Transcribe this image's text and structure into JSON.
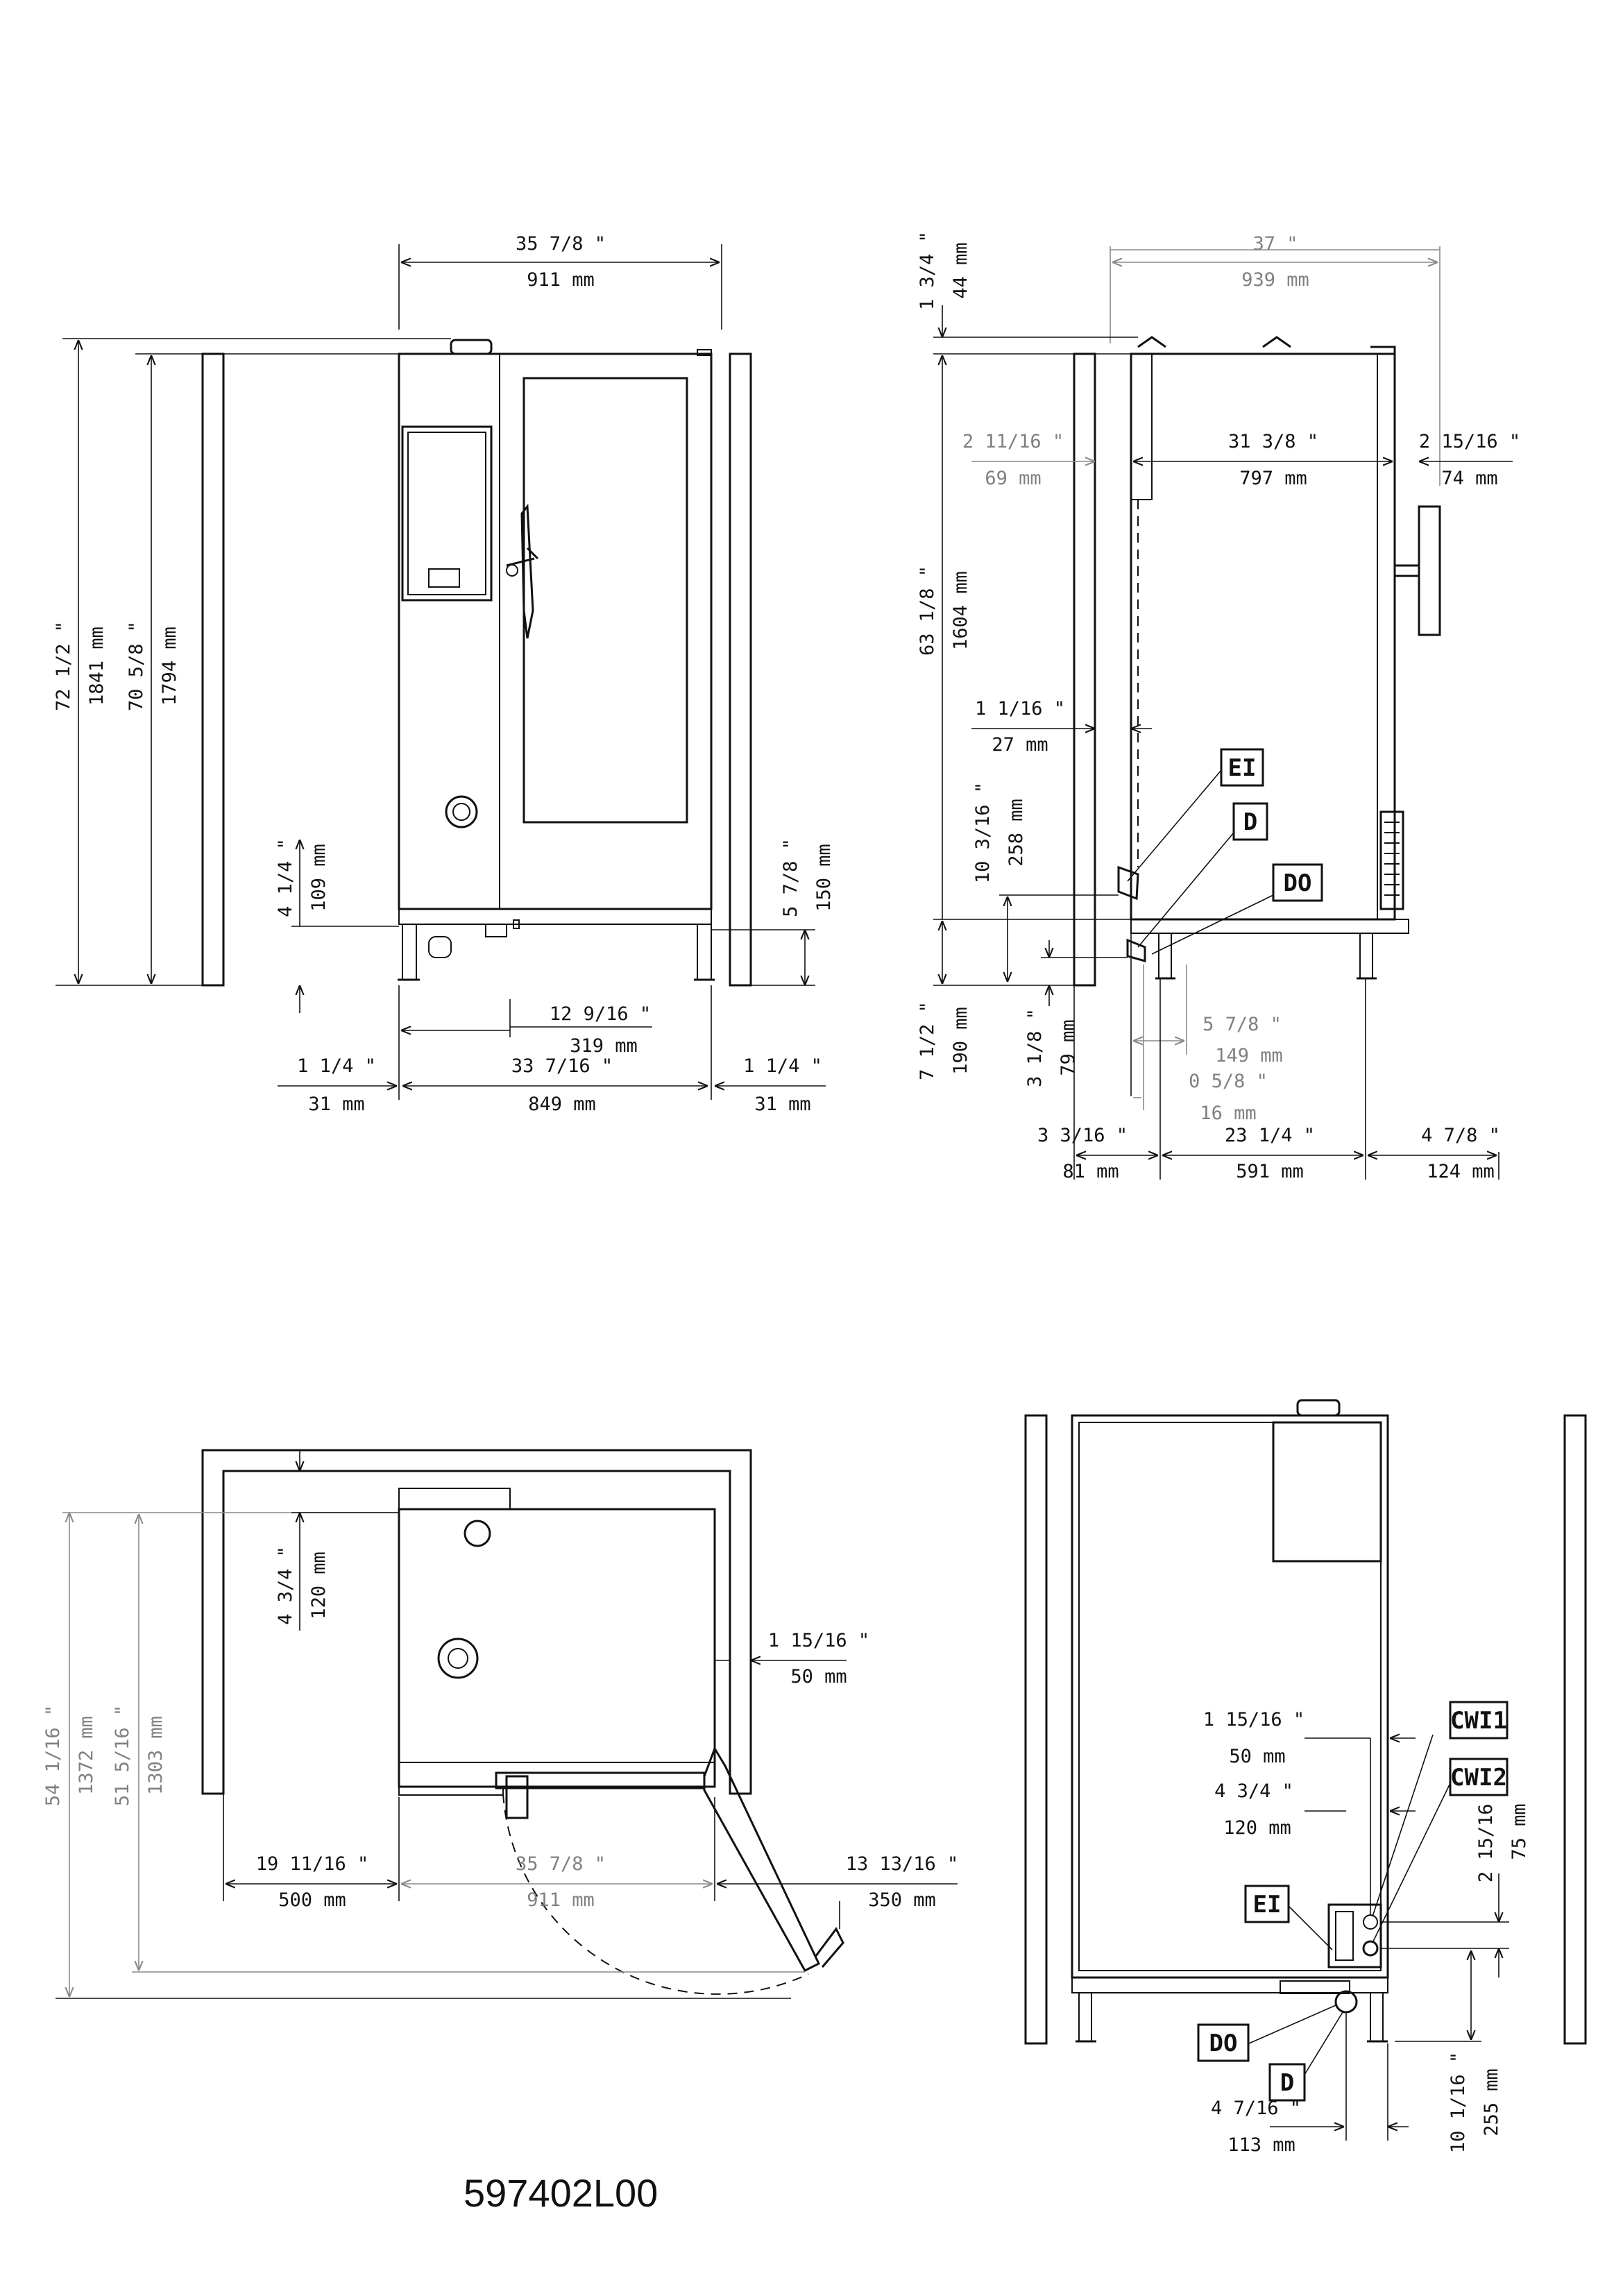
{
  "drawing_code": "597402L00",
  "tags": {
    "ei": "EI",
    "d": "D",
    "do": "DO",
    "cwi1": "CWI1",
    "cwi2": "CWI2"
  },
  "front_view": {
    "overall_width_in": "35  7/8 \"",
    "overall_width_mm": "911 mm",
    "height_total_in": "72  1/2 \"",
    "height_total_mm": "1841 mm",
    "height_body_in": "70  5/8 \"",
    "height_body_mm": "1794 mm",
    "foot_height_in": "4  1/4 \"",
    "foot_height_mm": "109 mm",
    "side_height_in": "5  7/8 \"",
    "side_height_mm": "150 mm",
    "offset_in": "12  9/16 \"",
    "offset_mm": "319 mm",
    "left_gap_in": "1  1/4 \"",
    "left_gap_mm": "31 mm",
    "base_width_in": "33  7/16 \"",
    "base_width_mm": "849 mm",
    "right_gap_in": "1  1/4 \"",
    "right_gap_mm": "31 mm"
  },
  "side_view": {
    "overall_depth_in": "37 \"",
    "overall_depth_mm": "939 mm",
    "top_in": "1  3/4 \"",
    "top_mm": "44 mm",
    "rear_in": "2  11/16 \"",
    "rear_mm": "69 mm",
    "body_depth_in": "31  3/8 \"",
    "body_depth_mm": "797 mm",
    "front_in": "2  15/16 \"",
    "front_mm": "74 mm",
    "height_in": "63  1/8 \"",
    "height_mm": "1604 mm",
    "wall_gap_in": "1  1/16 \"",
    "wall_gap_mm": "27 mm",
    "ei_height_in": "10  3/16 \"",
    "ei_height_mm": "258 mm",
    "leg_height_in": "7  1/2 \"",
    "leg_height_mm": "190 mm",
    "drain_height_in": "3  1/8 \"",
    "drain_height_mm": "79 mm",
    "drain_pos_in": "5  7/8 \"",
    "drain_pos_mm": "149 mm",
    "drain_off_in": "0  5/8 \"",
    "drain_off_mm": "16 mm",
    "left_in": "3  3/16 \"",
    "left_mm": "81 mm",
    "leg_span_in": "23  1/4 \"",
    "leg_span_mm": "591 mm",
    "right_in": "4  7/8 \"",
    "right_mm": "124 mm"
  },
  "plan_view": {
    "depth_total_in": "54  1/16 \"",
    "depth_total_mm": "1372 mm",
    "depth_body_in": "51  5/16 \"",
    "depth_body_mm": "1303 mm",
    "rear_gap_in": "4  3/4 \"",
    "rear_gap_mm": "120 mm",
    "side_gap_in": "1  15/16 \"",
    "side_gap_mm": "50 mm",
    "left_clear_in": "19  11/16 \"",
    "left_clear_mm": "500 mm",
    "width_in": "35  7/8 \"",
    "width_mm": "911 mm",
    "door_swing_in": "13  13/16 \"",
    "door_swing_mm": "350 mm"
  },
  "rear_view": {
    "cwi1_off_in": "1  15/16 \"",
    "cwi1_off_mm": "50 mm",
    "cwi2_off_in": "4  3/4 \"",
    "cwi2_off_mm": "120 mm",
    "conn_spacing_in": "2  15/16 \"",
    "conn_spacing_mm": "75 mm",
    "conn_height_in": "10  1/16 \"",
    "conn_height_mm": "255 mm",
    "drain_off_in": "4  7/16 \"",
    "drain_off_mm": "113 mm"
  }
}
